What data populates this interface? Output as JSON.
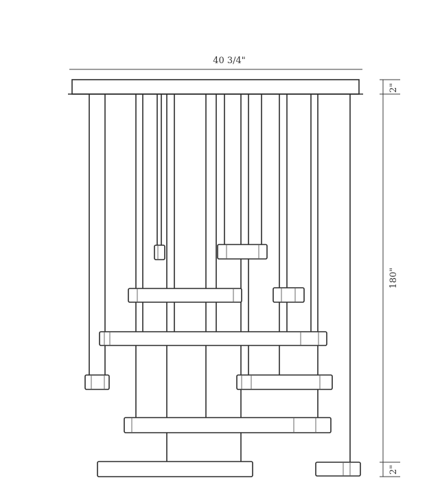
{
  "dimensions": {
    "width_label": "40 3/4\"",
    "height_label": "180\"",
    "canopy_height_label": "2\"",
    "ring_height_label": "2\""
  }
}
